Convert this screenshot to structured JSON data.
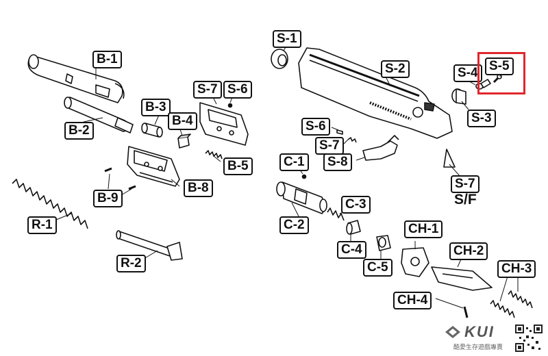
{
  "labels": {
    "b1": "B-1",
    "b2": "B-2",
    "b3": "B-3",
    "b4": "B-4",
    "b5": "B-5",
    "b8": "B-8",
    "b9": "B-9",
    "r1": "R-1",
    "r2": "R-2",
    "s7a": "S-7",
    "s6a": "S-6",
    "s1": "S-1",
    "s2": "S-2",
    "s4": "S-4",
    "s5": "S-5",
    "s3": "S-3",
    "s6b": "S-6",
    "s7b": "S-7",
    "s8": "S-8",
    "s7c": "S-7",
    "sf": "S/F",
    "c1": "C-1",
    "c2": "C-2",
    "c3": "C-3",
    "c4": "C-4",
    "c5": "C-5",
    "ch1": "CH-1",
    "ch2": "CH-2",
    "ch3": "CH-3",
    "ch4": "CH-4"
  },
  "highlight": {
    "part": "S-5",
    "color": "#e0262b"
  },
  "branding": {
    "logo": "KUI",
    "subtitle": "酷愛生存遊戲專賣"
  }
}
